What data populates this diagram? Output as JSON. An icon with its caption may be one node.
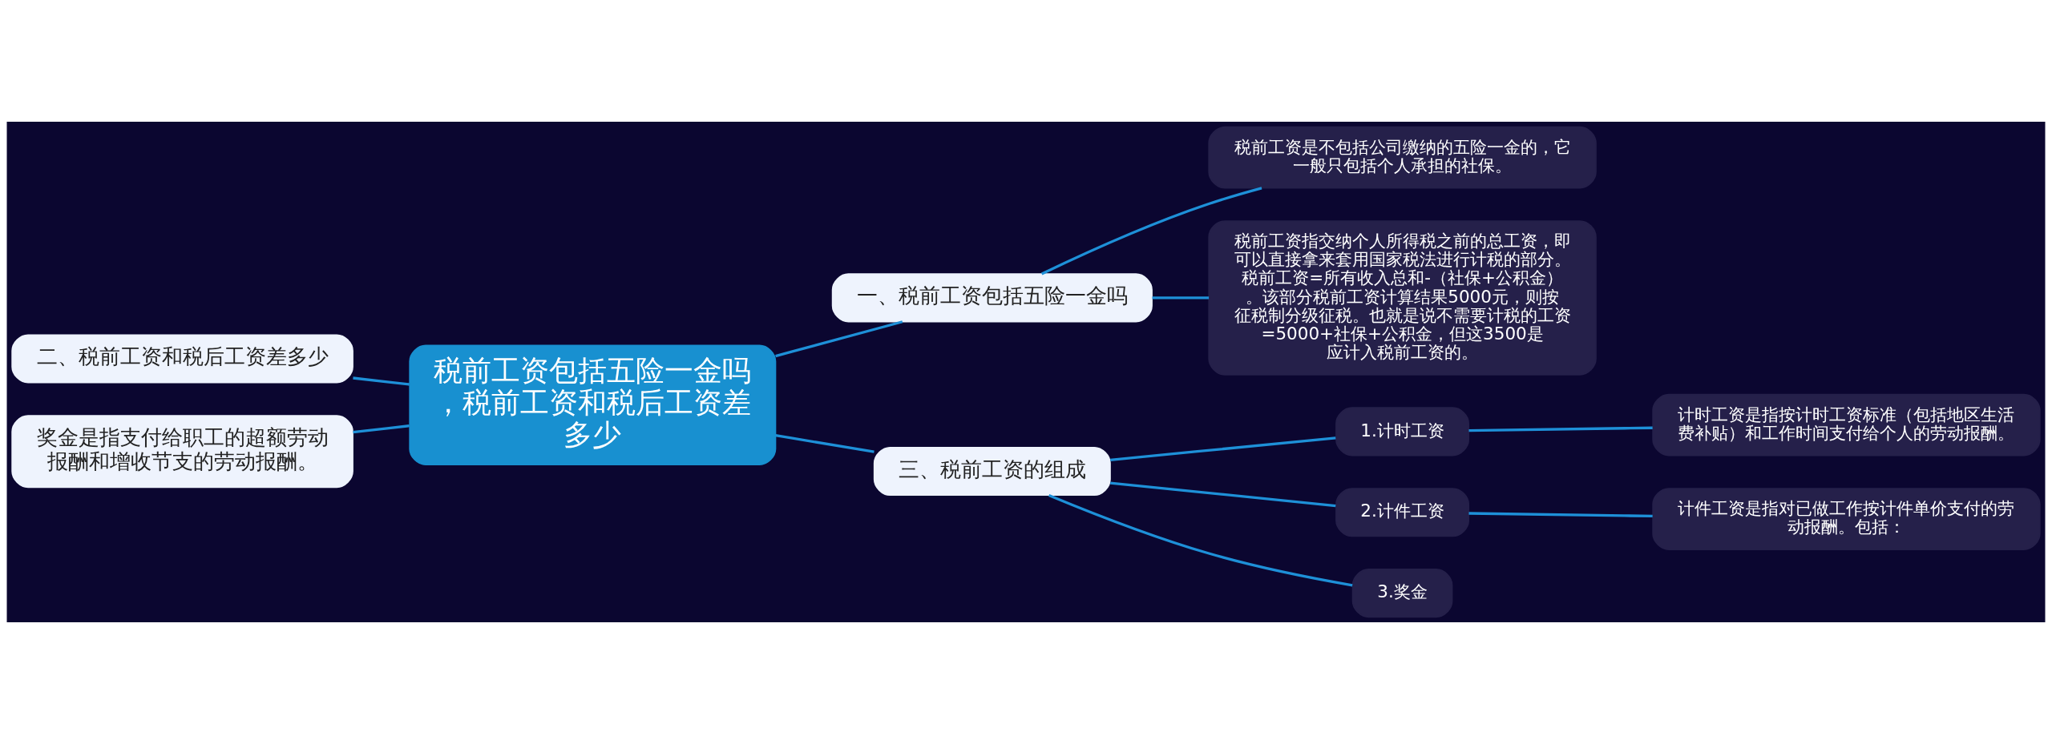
{
  "diagram": {
    "nodes": [
      {
        "text": [
          "税前工资包括五险一金吗，税前工资和税后工资差多少"
        ]
      },
      {
        "text": [
          "一、税前工资包括五险一金吗"
        ]
      },
      {
        "text": [
          "税前工资是不包括公司缴纳的五险一金的，它一般只包括个人承担的社保。"
        ]
      },
      {
        "text": [
          "税前工资指交纳个人所得税之前的总工资，即可以直接拿来套用国家税法进行计税的部分。税前工资=所有收入总和-（社保+公积金）。该部分税前工资计算结果5000元，则按征税制分级征税。也就是说不需要计税的工资=5000+社保+公积金，但这3500是应计入税前工资的。"
        ]
      },
      {
        "text": [
          "二、税前工资和税后工资差多少"
        ]
      },
      {
        "text": [
          "奖金是指支付给职工的超额劳动报酬和增收节支的劳动报酬。"
        ]
      },
      {
        "text": [
          "三、税前工资的组成"
        ]
      },
      {
        "text": [
          "1.计时工资"
        ]
      },
      {
        "text": [
          "计时工资是指按计时工资标准（包括地区生活费补贴）和工作时间支付给个人的劳动报酬。"
        ]
      },
      {
        "text": [
          "2.计件工资"
        ]
      },
      {
        "text": [
          "计件工资是指对已做工作按计件单价支付的劳动报酬。包括："
        ]
      },
      {
        "text": [
          "3.奖金"
        ]
      }
    ],
    "edges": [
      {
        "from": 0,
        "to": 1,
        "arrow": "none"
      },
      {
        "from": 1,
        "to": 2,
        "arrow": "none"
      },
      {
        "from": 1,
        "to": 3,
        "arrow": "none"
      },
      {
        "from": 4,
        "to": 0,
        "arrow": "none"
      },
      {
        "from": 5,
        "to": 0,
        "arrow": "none"
      },
      {
        "from": 0,
        "to": 6,
        "arrow": "none"
      },
      {
        "from": 6,
        "to": 7,
        "arrow": "none"
      },
      {
        "from": 7,
        "to": 8,
        "arrow": "none"
      },
      {
        "from": 6,
        "to": 9,
        "arrow": "none"
      },
      {
        "from": 9,
        "to": 10,
        "arrow": "none"
      },
      {
        "from": 6,
        "to": 11,
        "arrow": "none"
      }
    ]
  }
}
